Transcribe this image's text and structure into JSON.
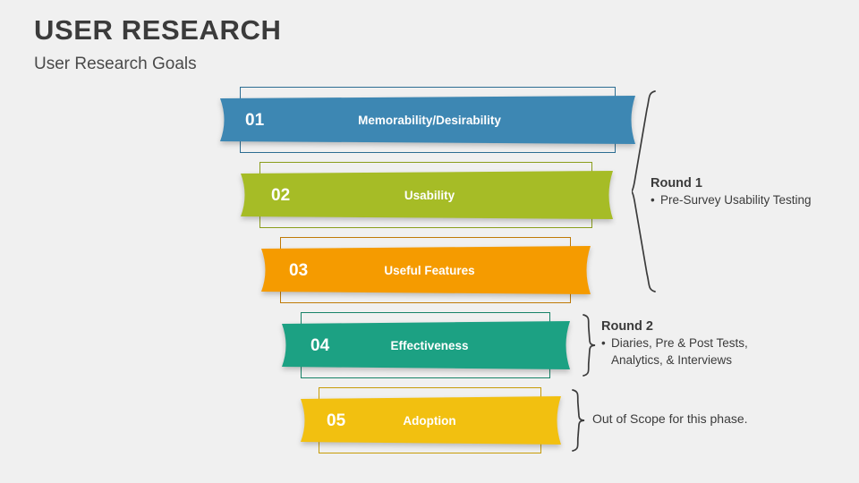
{
  "header": {
    "title": "USER RESEARCH",
    "subtitle": "User Research Goals"
  },
  "colors": {
    "background": "#f0f0f0",
    "text_dark": "#3b3b3b",
    "step_01": "#3d87b3",
    "step_02": "#a6bc26",
    "step_03": "#f59b00",
    "step_04": "#1ca183",
    "step_05": "#f2c010"
  },
  "funnel": {
    "steps": [
      {
        "number": "01",
        "label": "Memorability/Desirability",
        "color": "#3d87b3",
        "outline_color": "#2c6d92"
      },
      {
        "number": "02",
        "label": "Usability",
        "color": "#a6bc26",
        "outline_color": "#8a9d1c"
      },
      {
        "number": "03",
        "label": "Useful Features",
        "color": "#f59b00",
        "outline_color": "#bf7a06"
      },
      {
        "number": "04",
        "label": "Effectiveness",
        "color": "#1ca183",
        "outline_color": "#168267"
      },
      {
        "number": "05",
        "label": "Adoption",
        "color": "#f2c010",
        "outline_color": "#c79c08"
      }
    ]
  },
  "annotations": [
    {
      "title": "Round 1",
      "bullet_symbol": "•",
      "bullet": "Pre-Survey Usability Testing"
    },
    {
      "title": "Round 2",
      "bullet_symbol": "•",
      "bullet": "Diaries, Pre & Post Tests, Analytics, & Interviews"
    },
    {
      "text": "Out of Scope for this phase."
    }
  ]
}
